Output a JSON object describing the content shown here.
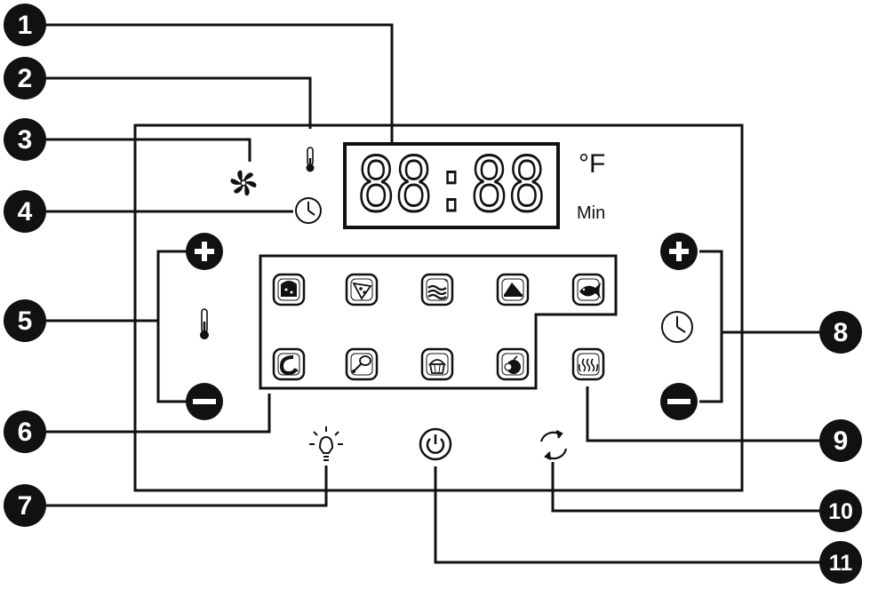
{
  "display": {
    "digits": "88:88",
    "unit_temp": "°F",
    "unit_time": "Min"
  },
  "callouts": [
    "1",
    "2",
    "3",
    "4",
    "5",
    "6",
    "7",
    "8",
    "9",
    "10",
    "11"
  ],
  "presets": {
    "row1": [
      "bread-icon",
      "pizza-icon",
      "bacon-icon",
      "cake-slice-icon",
      "fish-icon"
    ],
    "row2": [
      "shrimp-icon",
      "chicken-leg-icon",
      "cupcake-icon",
      "fruit-icon"
    ],
    "dehydrate": "dehydrate-icon"
  },
  "colors": {
    "ink": "#111111",
    "paper": "#ffffff"
  }
}
